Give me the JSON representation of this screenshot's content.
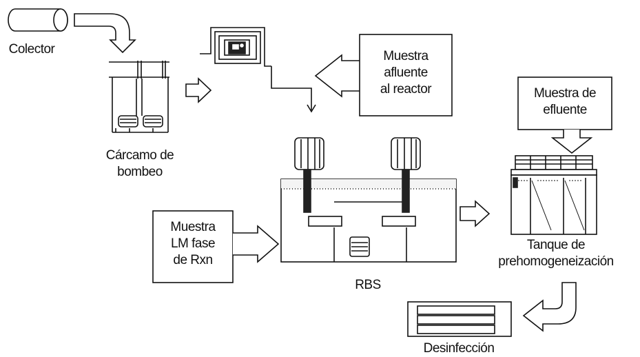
{
  "labels": {
    "colector": "Colector",
    "carcamo_line1": "Cárcamo de",
    "carcamo_line2": "bombeo",
    "rbs": "RBS",
    "tanque_line1": "Tanque de",
    "tanque_line2": "prehomogeneización",
    "desinfeccion": "Desinfección"
  },
  "boxes": {
    "muestra_afluente": [
      "Muestra",
      "afluente",
      "al reactor"
    ],
    "muestra_efluente": [
      "Muestra de",
      "efluente"
    ],
    "muestra_lm": [
      "Muestra",
      "LM fase",
      "de Rxn"
    ]
  }
}
